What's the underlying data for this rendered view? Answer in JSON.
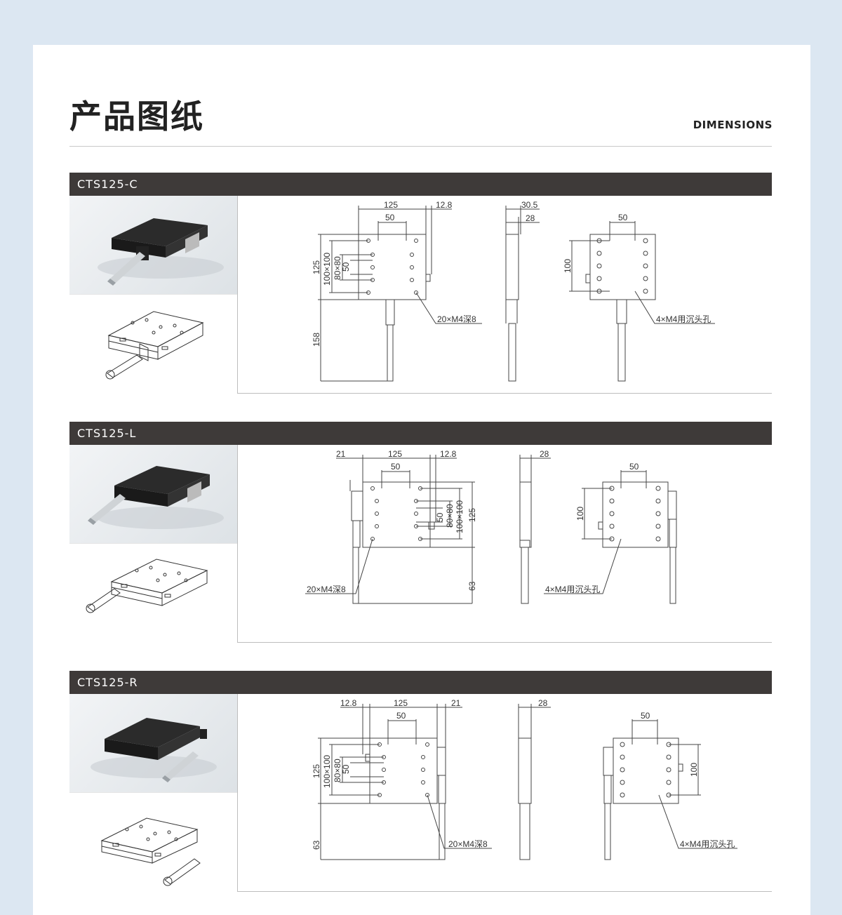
{
  "header": {
    "title": "产品图纸",
    "subtitle": "DIMENSIONS"
  },
  "sections": [
    {
      "model": "CTS125-C",
      "dims": {
        "width": "125",
        "offset": "12.8",
        "hole_spacing": "50",
        "side_a": "100×100",
        "side_b": "80×80",
        "side_c": "50",
        "height": "125",
        "knob": "158",
        "side_total": "30.5",
        "side_body": "28",
        "bottom_spacing": "50",
        "bottom_height": "100",
        "top_holes": "20×M4深8",
        "bottom_holes": "4×M4用沉头孔"
      }
    },
    {
      "model": "CTS125-L",
      "dims": {
        "left_offset": "21",
        "width": "125",
        "offset": "12.8",
        "hole_spacing": "50",
        "side_c": "50",
        "side_b": "80×80",
        "side_a": "100×100",
        "height": "125",
        "knob": "63",
        "side_body": "28",
        "bottom_spacing": "50",
        "bottom_height": "100",
        "top_holes": "20×M4深8",
        "bottom_holes": "4×M4用沉头孔"
      }
    },
    {
      "model": "CTS125-R",
      "dims": {
        "offset": "12.8",
        "width": "125",
        "right_offset": "21",
        "hole_spacing": "50",
        "side_a": "100×100",
        "side_b": "80×80",
        "side_c": "50",
        "height": "125",
        "knob": "63",
        "side_body": "28",
        "bottom_spacing": "50",
        "bottom_height": "100",
        "top_holes": "20×M4深8",
        "bottom_holes": "4×M4用沉头孔"
      }
    }
  ]
}
